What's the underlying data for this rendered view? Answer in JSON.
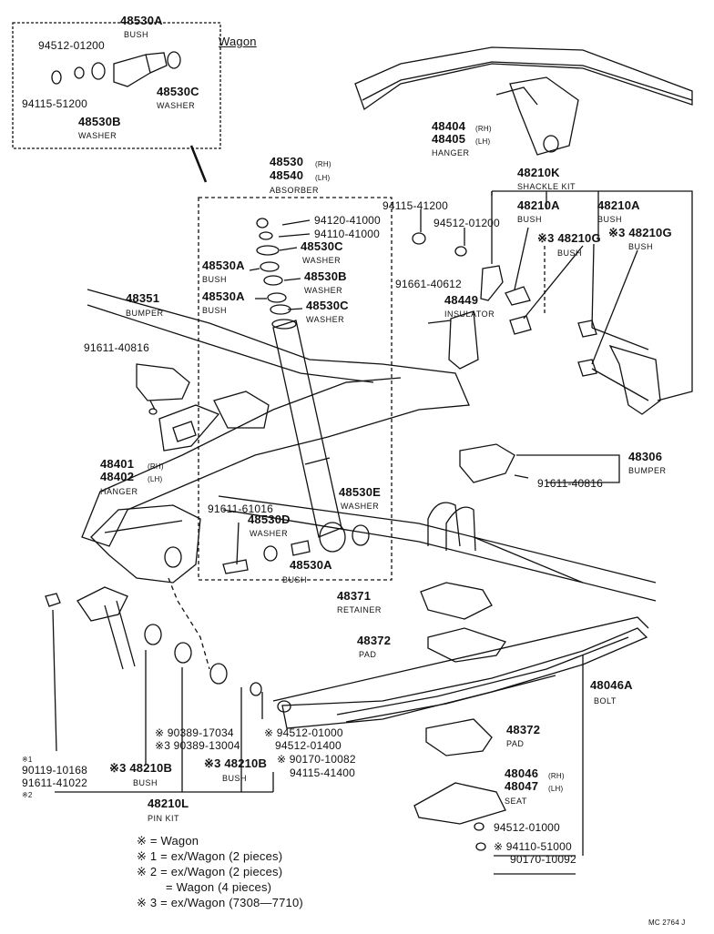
{
  "inset": {
    "title": "Wagon",
    "p48530A": "48530A",
    "p48530A_name": "BUSH",
    "p94512_01200": "94512-01200",
    "p94115_51200": "94115-51200",
    "p48530B": "48530B",
    "p48530B_name": "WASHER",
    "p48530C": "48530C",
    "p48530C_name": "WASHER"
  },
  "absorber": {
    "p48530": "48530",
    "p48530_side": "(RH)",
    "p48540": "48540",
    "p48540_side": "(LH)",
    "name": "ABSORBER",
    "p94120": "94120-41000",
    "p94110": "94110-41000",
    "p48530C_top": "48530C",
    "p48530C_top_name": "WASHER",
    "p48530A_1": "48530A",
    "p48530A_1_name": "BUSH",
    "p48530B": "48530B",
    "p48530B_name": "WASHER",
    "p48530A_2": "48530A",
    "p48530A_2_name": "BUSH",
    "p48530C_2": "48530C",
    "p48530C_2_name": "WASHER",
    "p91611_61016": "91611-61016",
    "p48530D": "48530D",
    "p48530D_name": "WASHER",
    "p48530A_3": "48530A",
    "p48530A_3_name": "BUSH",
    "p48530E": "48530E",
    "p48530E_name": "WASHER"
  },
  "hanger_front": {
    "p48404": "48404",
    "p48404_side": "(RH)",
    "p48405": "48405",
    "p48405_side": "(LH)",
    "name": "HANGER"
  },
  "shackle": {
    "p48210K": "48210K",
    "p48210K_name": "SHACKLE KIT",
    "p94115_41200": "94115-41200",
    "p94512_01200": "94512-01200",
    "p48210A_1": "48210A",
    "p48210A_1_name": "BUSH",
    "p48210G_1": "※3 48210G",
    "p48210G_1_name": "BUSH",
    "p48210A_2": "48210A",
    "p48210A_2_name": "BUSH",
    "p48210G_2": "※3 48210G",
    "p48210G_2_name": "BUSH",
    "p91661": "91661-40612",
    "p48449": "48449",
    "p48449_name": "INSULATOR"
  },
  "bumper_left": {
    "p48351": "48351",
    "name": "BUMPER",
    "p91611": "91611-40816"
  },
  "hanger_rear": {
    "p48401": "48401",
    "p48401_side": "(RH)",
    "p48402": "48402",
    "p48402_side": "(LH)",
    "name": "HANGER"
  },
  "bumper_right": {
    "p48306": "48306",
    "name": "BUMPER",
    "p91611": "91611-40816"
  },
  "spring": {
    "p48371": "48371",
    "p48371_name": "RETAINER",
    "p48372_1": "48372",
    "p48372_1_name": "PAD",
    "p48046A": "48046A",
    "p48046A_name": "BOLT",
    "p48372_2": "48372",
    "p48372_2_name": "PAD",
    "p48046": "48046",
    "p48046_side": "(RH)",
    "p48047": "48047",
    "p48047_side": "(LH)",
    "seat_name": "SEAT",
    "p94512_01000": "94512-01000",
    "p94110_51000": "※ 94110-51000",
    "p90170_10092": "90170-10092"
  },
  "pin_kit": {
    "p90389_17034": "※ 90389-17034",
    "p90389_13004": "※3 90389-13004",
    "p94512_01000": "※ 94512-01000",
    "p94512_01400": "94512-01400",
    "star1": "※1",
    "p90119": "90119-10168",
    "p91611": "91611-41022",
    "star2": "※2",
    "p48210B_1": "※3 48210B",
    "p48210B_1_name": "BUSH",
    "p48210B_2": "※3 48210B",
    "p48210B_2_name": "BUSH",
    "p90170": "※ 90170-10082",
    "p94115": "94115-41400",
    "p48210L": "48210L",
    "p48210L_name": "PIN KIT"
  },
  "legend": {
    "l1": "※  = Wagon",
    "l2": "※ 1 = ex/Wagon (2 pieces)",
    "l3": "※ 2 = ex/Wagon (2 pieces)",
    "l4": "=       Wagon (4 pieces)",
    "l5": "※ 3 = ex/Wagon (7308—7710)"
  },
  "corner_code": "MC 2764 J"
}
